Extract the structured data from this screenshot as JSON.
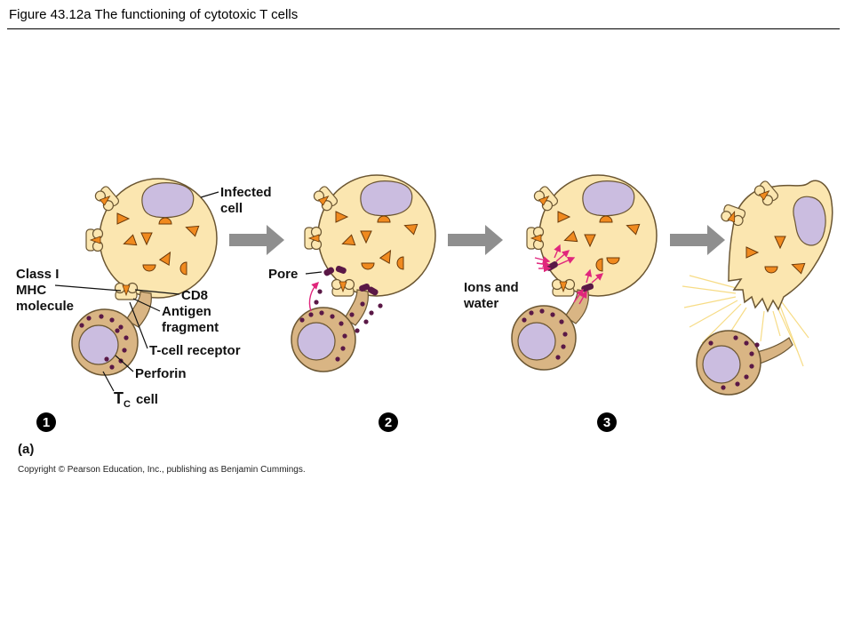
{
  "header": {
    "title": "Figure 43.12a  The functioning of cytotoxic T cells"
  },
  "labels": {
    "infected_cell": [
      "Infected",
      "cell"
    ],
    "class_mhc": [
      "Class I",
      "MHC",
      "molecule"
    ],
    "cd8": "CD8",
    "antigen_fragment": [
      "Antigen",
      "fragment"
    ],
    "t_cell_receptor": "T-cell receptor",
    "perforin": "Perforin",
    "tc_cell": {
      "main": "T",
      "sub": "C",
      "rest": "cell"
    },
    "pore": "Pore",
    "ions_water": [
      "Ions and",
      "water"
    ]
  },
  "steps": [
    "1",
    "2",
    "3"
  ],
  "panel_label": "(a)",
  "copyright": "Copyright © Pearson Education, Inc., publishing as Benjamin Cummings.",
  "colors": {
    "infected_cell_fill": "#fbe6b0",
    "cell_outline": "#6b5632",
    "nucleus_fill": "#cbbde0",
    "tcell_fill": "#d9b584",
    "antigen_orange": "#f08a1f",
    "perforin_purple": "#5a1846",
    "ion_arrow_pink": "#e0267c",
    "arrow_gray": "#8f8f8f",
    "burst_yellow": "#f7dc86"
  }
}
